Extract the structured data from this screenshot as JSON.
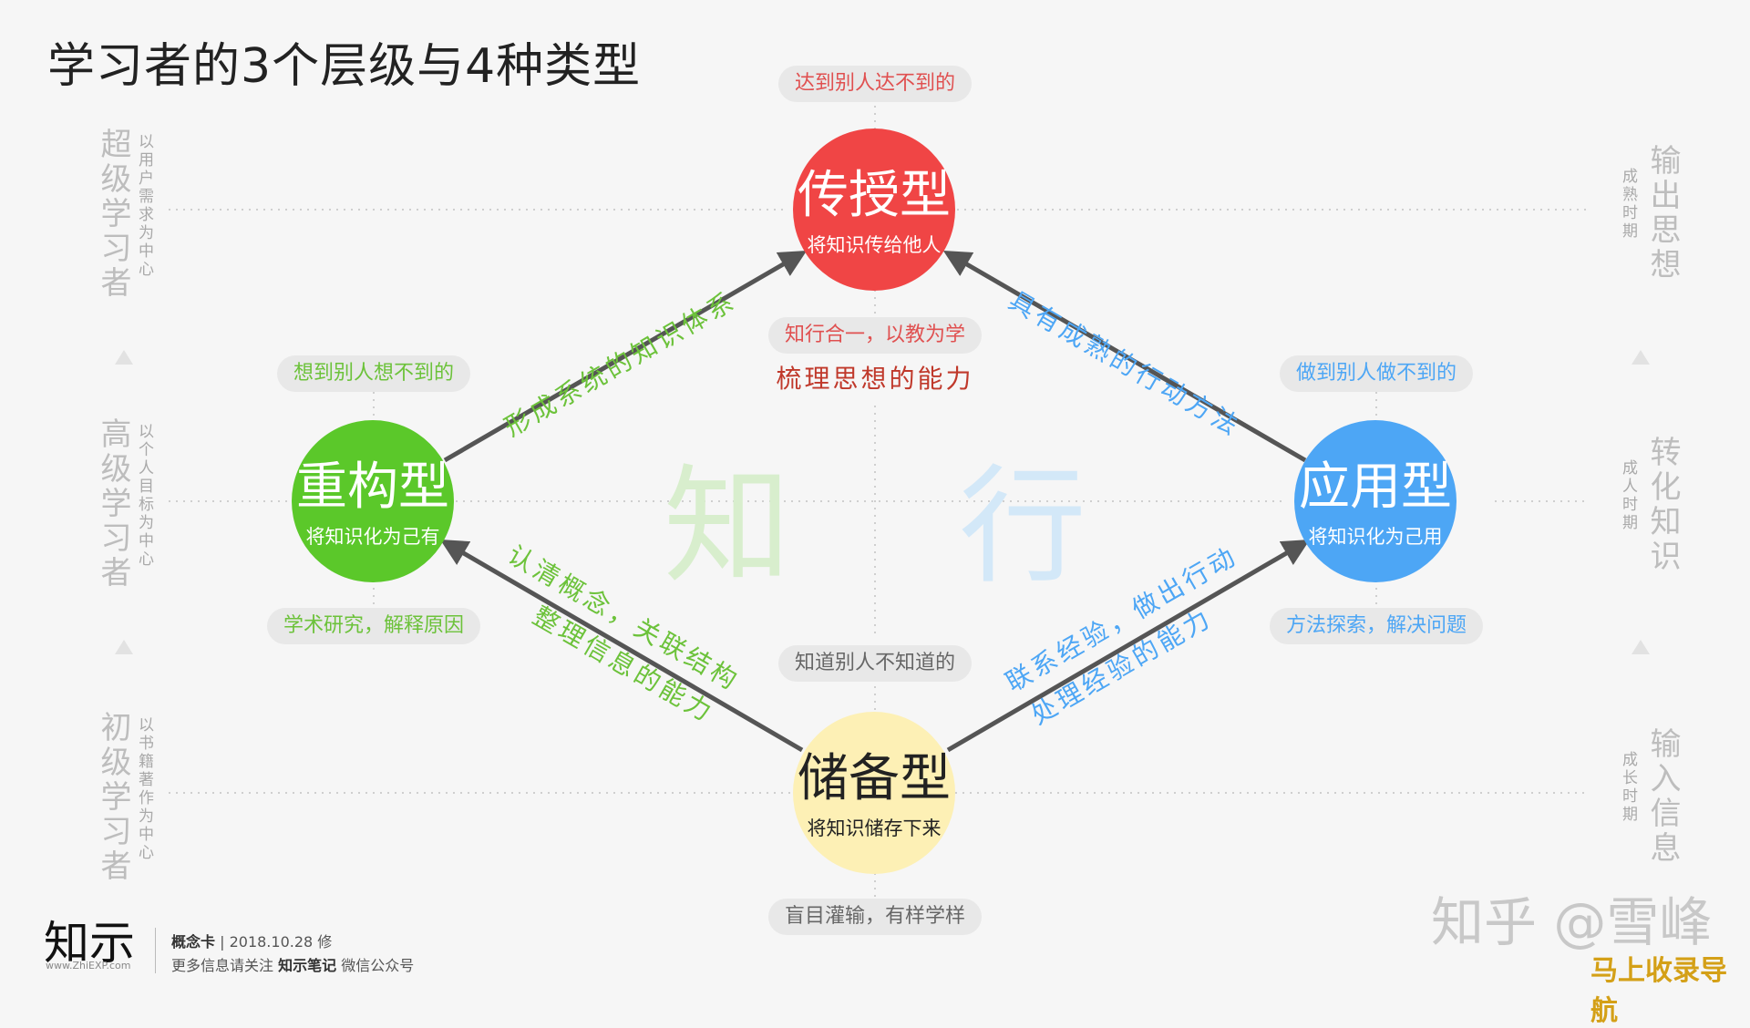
{
  "title": "学习者的3个层级与4种类型",
  "levels": [
    {
      "name": "超级学习者",
      "desc": "以用户需求为中心"
    },
    {
      "name": "高级学习者",
      "desc": "以个人目标为中心"
    },
    {
      "name": "初级学习者",
      "desc": "以书籍著作为中心"
    }
  ],
  "stages": [
    {
      "name": "输出思想",
      "period": "成熟时期"
    },
    {
      "name": "转化知识",
      "period": "成人时期"
    },
    {
      "name": "输入信息",
      "period": "成长时期"
    }
  ],
  "types": {
    "top": {
      "name": "传授型",
      "desc": "将知识传给他人",
      "pill_above": "达到别人达不到的",
      "pill_below": "知行合一，以教为学",
      "color": "#f04545"
    },
    "left": {
      "name": "重构型",
      "desc": "将知识化为己有",
      "pill_above": "想到别人想不到的",
      "pill_below": "学术研究，解释原因",
      "color": "#5bc82a"
    },
    "right": {
      "name": "应用型",
      "desc": "将知识化为己用",
      "pill_above": "做到别人做不到的",
      "pill_below": "方法探索，解决问题",
      "color": "#4da6f5"
    },
    "bottom": {
      "name": "储备型",
      "desc": "将知识储存下来",
      "pill_above": "知道别人不知道的",
      "pill_below": "盲目灌输，有样学样",
      "color": "#fdf0b5"
    }
  },
  "center_label": "梳理思想的能力",
  "knowing": "知",
  "doing": "行",
  "edges": {
    "left_up": "形成系统的知识体系",
    "right_up": "具有成熟的行动方法",
    "left_down_1": "认清概念，关联结构",
    "left_down_2": "整理信息的能力",
    "right_down_1": "联系经验，做出行动",
    "right_down_2": "处理经验的能力"
  },
  "footer": {
    "logo": "知示",
    "url": "www.ZhiEXP.com",
    "card": "概念卡",
    "date": "| 2018.10.28 修",
    "line2_pre": "更多信息请关注",
    "line2_brand": "知示笔记",
    "line2_post": "微信公众号"
  },
  "watermark": "知乎 @雪峰",
  "watermark2": "马上收录导航"
}
